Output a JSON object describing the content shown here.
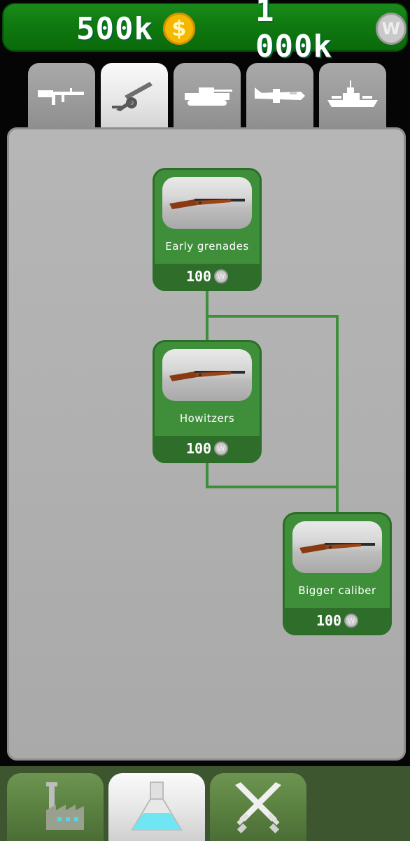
{
  "resources": {
    "money": "500k",
    "money_icon": "dollar-coin-icon",
    "research_points": "1 000k",
    "research_icon": "w-coin-icon"
  },
  "coin_symbols": {
    "dollar": "$",
    "w": "W"
  },
  "tabs": [
    {
      "name": "infantry",
      "icon": "rifle-icon",
      "active": false
    },
    {
      "name": "artillery",
      "icon": "howitzer-icon",
      "active": true
    },
    {
      "name": "tanks",
      "icon": "tank-icon",
      "active": false
    },
    {
      "name": "aircraft",
      "icon": "plane-icon",
      "active": false
    },
    {
      "name": "navy",
      "icon": "ship-icon",
      "active": false
    }
  ],
  "tech_tree": [
    {
      "title": "Early grenades",
      "cost": "100",
      "icon": "rifle-icon"
    },
    {
      "title": "Howitzers",
      "cost": "100",
      "icon": "rifle-icon"
    },
    {
      "title": "Bigger caliber",
      "cost": "100",
      "icon": "rifle-icon"
    }
  ],
  "bottom_nav": [
    {
      "name": "factory",
      "icon": "factory-icon",
      "active": false
    },
    {
      "name": "research",
      "icon": "flask-icon",
      "active": true
    },
    {
      "name": "battle",
      "icon": "crossed-swords-icon",
      "active": false
    }
  ],
  "colors": {
    "node_green": "#3f8f3a",
    "topbar_green": "#0f7a0f",
    "panel_gray": "#b0b0b0"
  }
}
